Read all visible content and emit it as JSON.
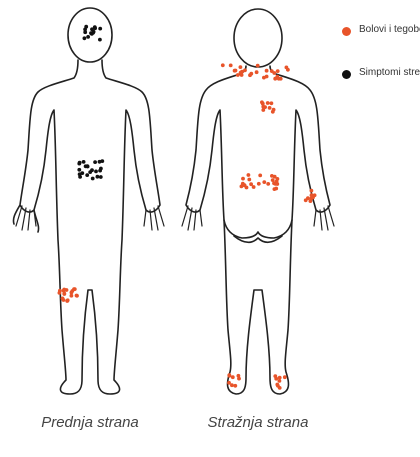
{
  "legend": {
    "items": [
      {
        "label": "Bolovi i tegobe",
        "color": "#e8542a"
      },
      {
        "label": "Simptomi stresa",
        "color": "#111111"
      }
    ]
  },
  "figures": {
    "front": {
      "label": "Prednja strana"
    },
    "back": {
      "label": "Stražnja strana"
    }
  },
  "style": {
    "outline_color": "#222222",
    "pain_color": "#e8542a",
    "stress_color": "#111111"
  }
}
